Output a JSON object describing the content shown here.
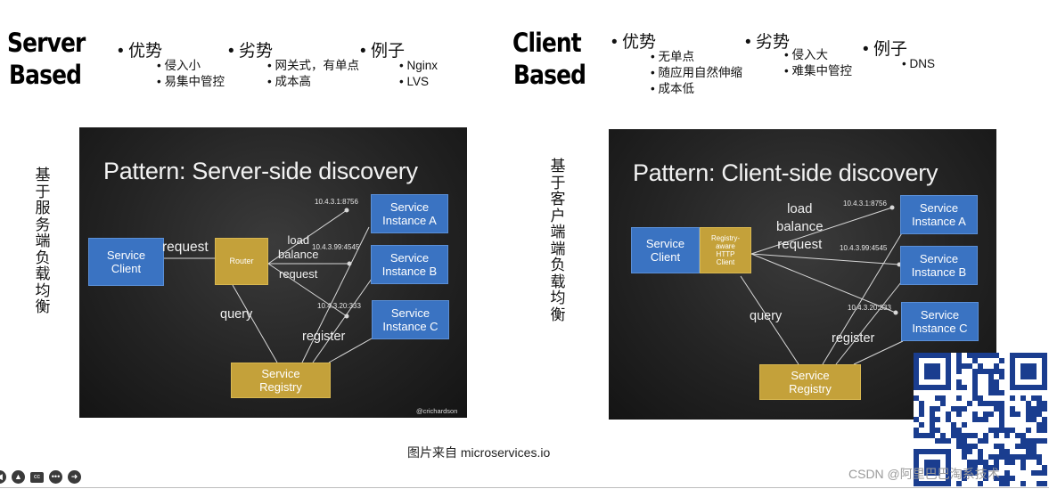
{
  "server": {
    "heading_line1": "Server",
    "heading_line2": "Based",
    "col_pros": {
      "title": "优势",
      "items": [
        "侵入小",
        "易集中管控"
      ]
    },
    "col_cons": {
      "title": "劣势",
      "items": [
        "网关式，有单点",
        "成本高"
      ]
    },
    "col_examples": {
      "title": "例子",
      "items": [
        "Nginx",
        "LVS"
      ]
    },
    "side_label": "基于服务端负载均衡",
    "slide": {
      "title": "Pattern: Server-side discovery",
      "client": "Service\nClient",
      "router": "Router",
      "registry": "Service\nRegistry",
      "instance_a": "Service\nInstance A",
      "instance_b": "Service\nInstance B",
      "instance_c": "Service\nInstance C",
      "addr_a": "10.4.3.1:8756",
      "addr_b": "10.4.3.99:4545",
      "addr_c": "10.4.3.20:333",
      "label_request": "request",
      "label_load_balance": "load\nbalance",
      "label_request_small": "request",
      "label_query": "query",
      "label_register": "register",
      "credit": "@crichardson"
    }
  },
  "client": {
    "heading_line1": "Client",
    "heading_line2": "Based",
    "col_pros": {
      "title": "优势",
      "items": [
        "无单点",
        "随应用自然伸缩",
        "成本低"
      ]
    },
    "col_cons": {
      "title": "劣势",
      "items": [
        "侵入大",
        "难集中管控"
      ]
    },
    "col_examples": {
      "title": "例子",
      "items": [
        "DNS"
      ]
    },
    "side_label": "基于客户端端负载均衡",
    "slide": {
      "title": "Pattern: Client-side discovery",
      "client": "Service\nClient",
      "http_client": "Registry-\naware\nHTTP\nClient",
      "registry": "Service\nRegistry",
      "instance_a": "Service\nInstance A",
      "instance_b": "Service\nInstance B",
      "instance_c": "Service\nInstance C",
      "addr_a": "10.4.3.1:8756",
      "addr_b": "10.4.3.99:4545",
      "addr_c": "10.4.3.20:333",
      "label_lb": "load\nbalance\nrequest",
      "label_query": "query",
      "label_register": "register"
    }
  },
  "caption": "图片来自 microservices.io",
  "watermark": "CSDN @阿里巴巴淘系技术",
  "colors": {
    "instance_blue": "#3a73c2",
    "router_gold": "#c4a13a",
    "slide_bg": "#242424"
  },
  "toolbar_icons": [
    "prev-icon",
    "pen-icon",
    "cc-icon",
    "more-icon",
    "next-icon"
  ]
}
